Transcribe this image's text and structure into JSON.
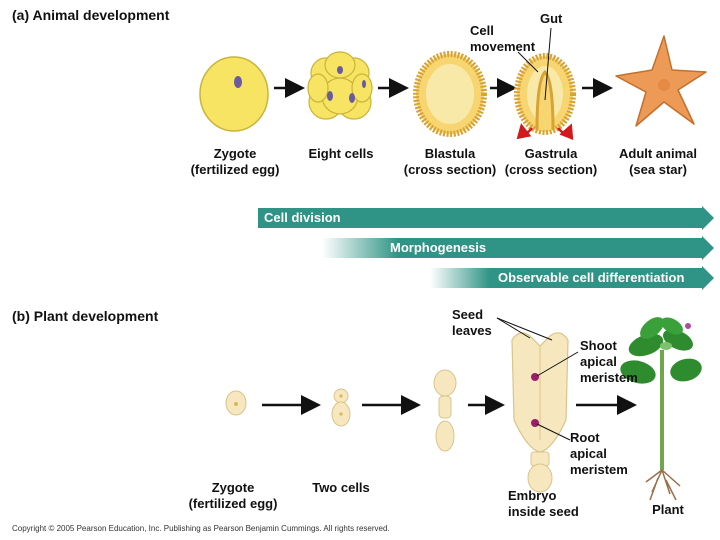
{
  "animal": {
    "title": "(a) Animal development",
    "stages": [
      {
        "name": "Zygote\n(fertilized egg)"
      },
      {
        "name": "Eight cells"
      },
      {
        "name": "Blastula\n(cross section)"
      },
      {
        "name": "Gastrula\n(cross section)"
      },
      {
        "name": "Adult animal\n(sea star)"
      }
    ],
    "callouts": {
      "cell_movement": "Cell\nmovement",
      "gut": "Gut"
    }
  },
  "processes": [
    {
      "label": "Cell division"
    },
    {
      "label": "Morphogenesis"
    },
    {
      "label": "Observable cell differentiation"
    }
  ],
  "plant": {
    "title": "(b) Plant development",
    "stages": [
      {
        "name": "Zygote\n(fertilized egg)"
      },
      {
        "name": "Two cells"
      },
      {
        "name": "Embryo\ninside seed"
      },
      {
        "name": "Plant"
      }
    ],
    "callouts": {
      "seed_leaves": "Seed\nleaves",
      "shoot_meristem": "Shoot\napical\nmeristem",
      "root_meristem": "Root\napical\nmeristem"
    }
  },
  "copyright": "Copyright © 2005 Pearson Education, Inc. Publishing as Pearson Benjamin Cummings. All rights reserved.",
  "colors": {
    "bar": "#2f9485",
    "egg": "#f7e463",
    "nucleus": "#6a5aa0",
    "plant_cell": "#f6e7bf",
    "arrow": "#111111",
    "leaf": "#2e8b2e",
    "starfish": "#ec9a55",
    "cell_movement_arrow": "#d21a1a"
  }
}
